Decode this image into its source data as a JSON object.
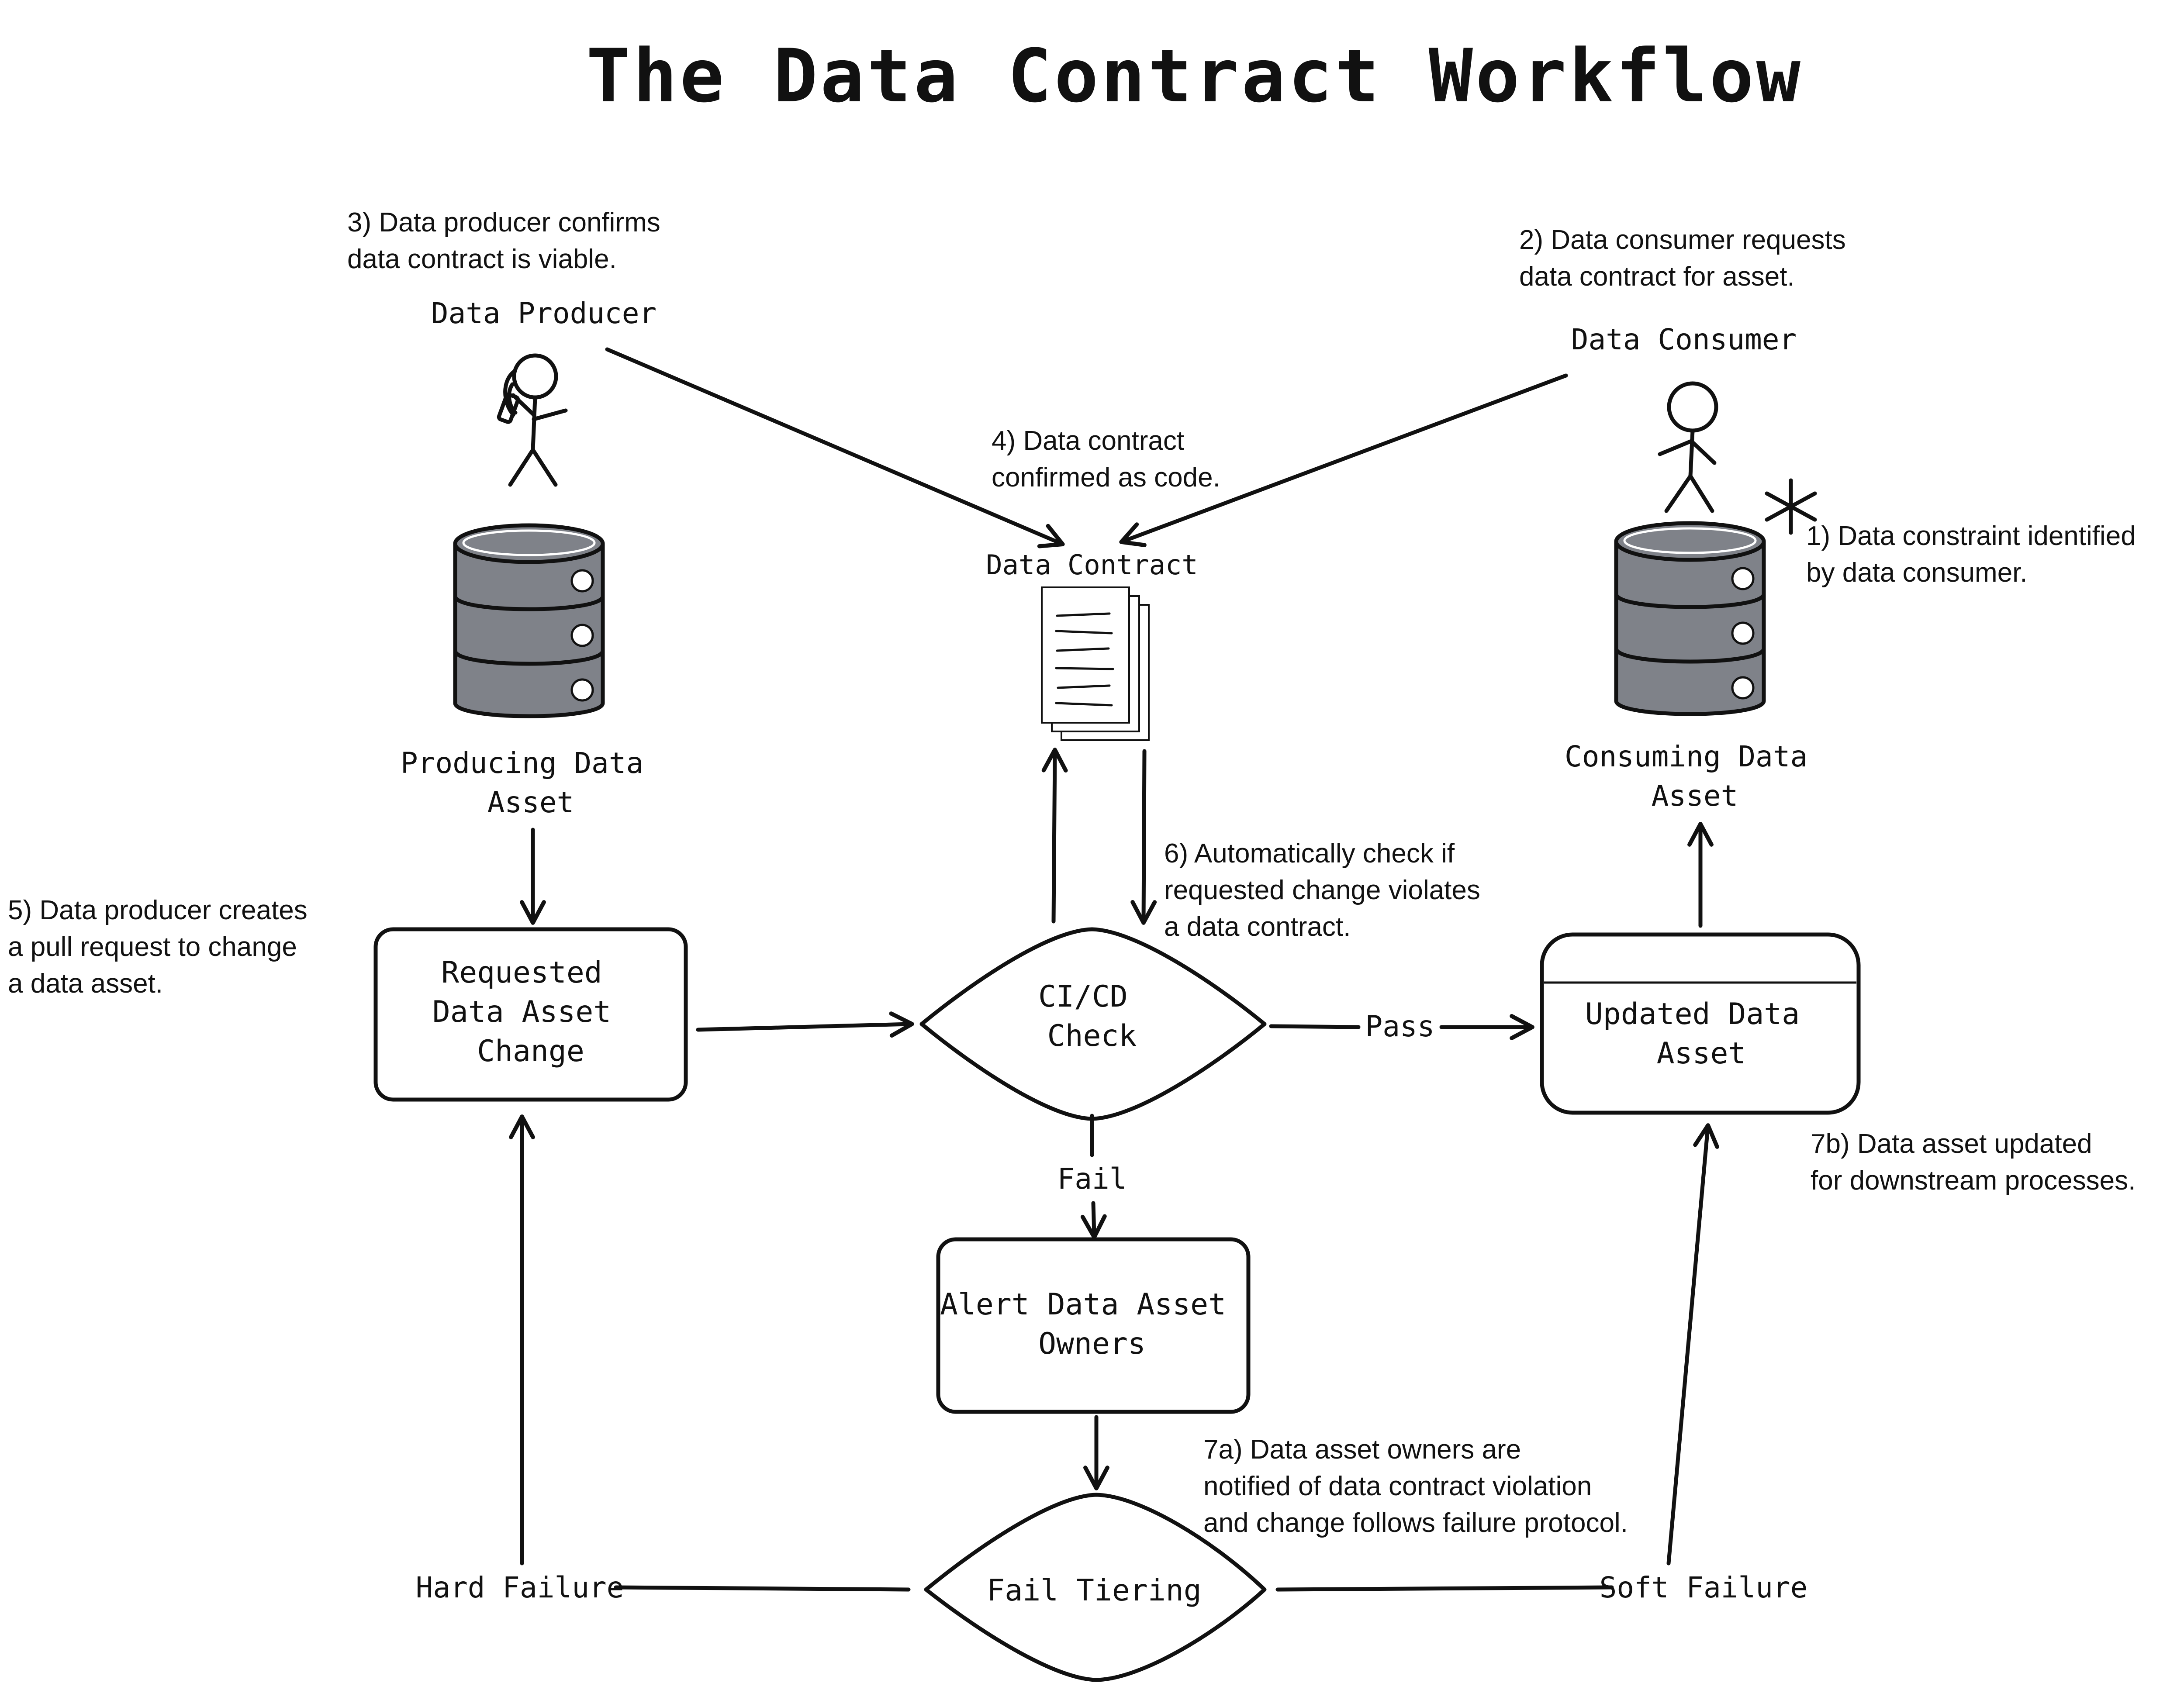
{
  "title": "The Data Contract Workflow",
  "colors": {
    "ink": "#111111",
    "db_fill": "#7f8289",
    "db_dot": "#ffffff",
    "background": "#ffffff"
  },
  "actors": {
    "producer": {
      "label": "Data Producer",
      "icon": "stick-figure-with-phone-icon"
    },
    "consumer": {
      "label": "Data Consumer",
      "icon": "stick-figure-icon"
    }
  },
  "nodes": {
    "producing_asset": {
      "label_lines": [
        "Producing Data",
        "Asset"
      ],
      "icon": "database-icon"
    },
    "consuming_asset": {
      "label_lines": [
        "Consuming Data",
        "Asset"
      ],
      "icon": "database-icon"
    },
    "data_contract": {
      "label": "Data Contract",
      "icon": "document-stack-icon"
    },
    "requested_change": {
      "label_lines": [
        "Requested",
        "Data Asset",
        "Change"
      ]
    },
    "cicd_check": {
      "label_lines": [
        "CI/CD",
        "Check"
      ]
    },
    "updated_asset": {
      "label_lines": [
        "Updated Data",
        "Asset"
      ]
    },
    "alert_owners": {
      "label_lines": [
        "Alert Data Asset",
        "Owners"
      ]
    },
    "fail_tiering": {
      "label": "Fail Tiering"
    }
  },
  "edge_labels": {
    "pass": "Pass",
    "fail": "Fail",
    "hard_failure": "Hard Failure",
    "soft_failure": "Soft Failure"
  },
  "steps": {
    "s1": [
      "1) Data constraint identified",
      "by data consumer."
    ],
    "s2": [
      "2) Data consumer requests",
      "data contract for asset."
    ],
    "s3": [
      "3) Data producer confirms",
      "data contract is viable."
    ],
    "s4": [
      "4) Data contract",
      "confirmed as code."
    ],
    "s5": [
      "5) Data producer creates",
      "a pull request to change",
      "a data asset."
    ],
    "s6": [
      "6) Automatically check if",
      "requested change violates",
      "a data contract."
    ],
    "s7a": [
      "7a) Data asset owners are",
      "notified of data contract violation",
      "and change follows failure protocol."
    ],
    "s7b": [
      "7b) Data asset updated",
      "for downstream processes."
    ]
  },
  "marker": {
    "icon": "asterisk-icon"
  }
}
